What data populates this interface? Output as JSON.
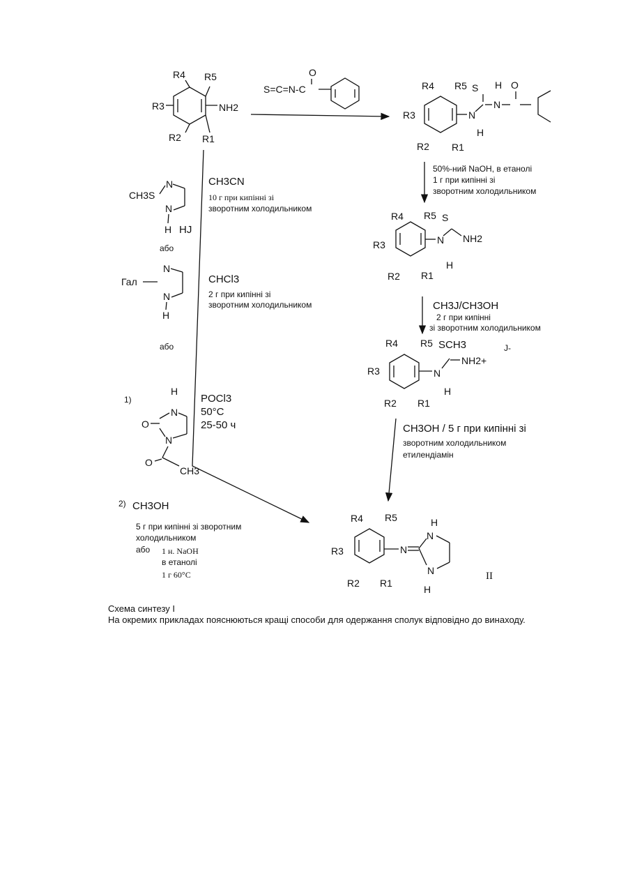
{
  "scheme": {
    "atoms": {
      "r1": "R1",
      "r2": "R2",
      "r3": "R3",
      "r4": "R4",
      "r5": "R5",
      "nh2": "NH2",
      "s": "S",
      "n": "N",
      "h": "H",
      "o": "O",
      "c": "C",
      "ch3": "CH3",
      "sch3": "SCH3",
      "nh2plus": "NH2+",
      "isothiocyanate": "S=C=N-C",
      "j_minus": "J-",
      "ch3s": "CH3S",
      "hj": "HJ",
      "hal": "Гал",
      "final_label": "II"
    },
    "labels": {
      "or_1": "або",
      "or_2": "або",
      "step_1": "1)",
      "step_2": "2)"
    },
    "conditions": {
      "ch3cn": "CH3CN",
      "ch3cn_detail_1": "10 г при кипінні зі",
      "ch3cn_detail_2": "зворотним холодильником",
      "chcl3": "CHCl3",
      "chcl3_detail_1": "2 г при кипінні зі",
      "chcl3_detail_2": "зворотним холодильником",
      "pocl3": "POCl3",
      "pocl3_temp": "50°C",
      "pocl3_time": "25-50 ч",
      "naoh_1": "50%-ний NaOH, в етанолі",
      "naoh_2": "1 г при кипінні зі",
      "naoh_3": "зворотним холодильником",
      "ch3j": "CH3J/CH3OH",
      "ch3j_2": "2 г при кипінні",
      "ch3j_3": "зі зворотним холодильником",
      "ch3oh_1": "CH3OH / 5 г при кипінні зі",
      "ch3oh_2": "зворотним холодильником",
      "ch3oh_3": "етилендіамін",
      "methanol": "CH3OH",
      "methanol_detail_1": "5 г при кипінні зі зворотним",
      "methanol_detail_2": "холодильником",
      "alt_or": "або",
      "alt_1": "1 н. NaOH",
      "alt_2": "в етанолі",
      "alt_3": "1 г 60°C"
    }
  },
  "caption": {
    "title": "Схема синтезу I",
    "text": "На окремих прикладах пояснюються кращі способи для одержання сполук відповідно до винаходу."
  }
}
